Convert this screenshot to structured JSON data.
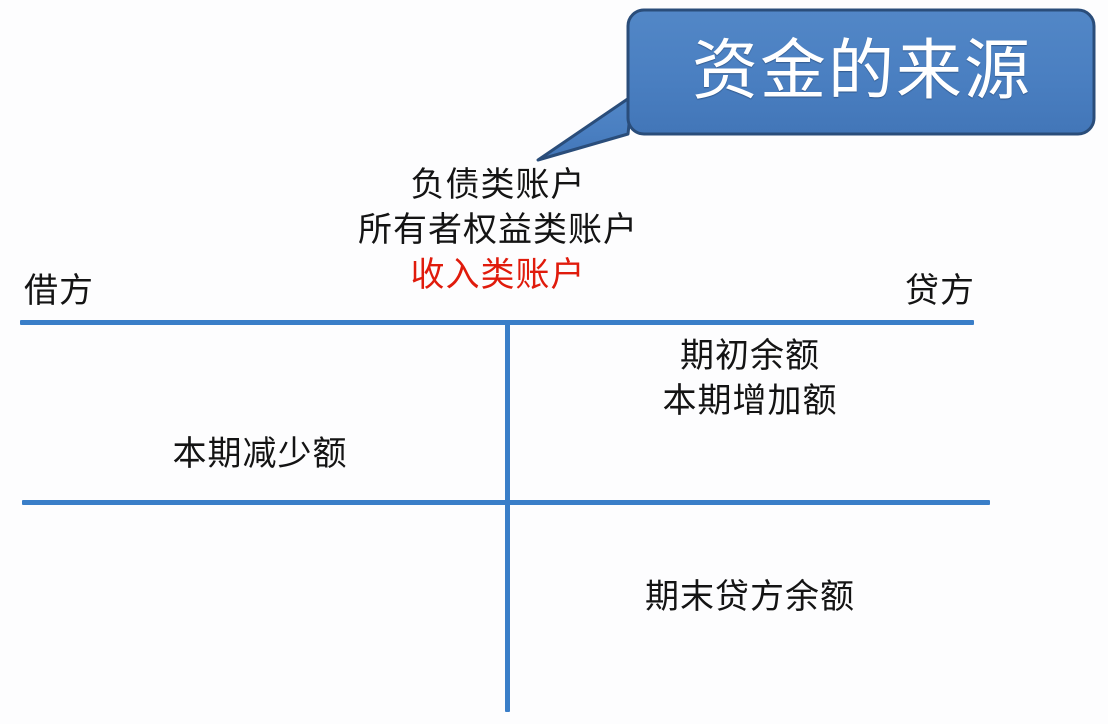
{
  "callout": {
    "text": "资金的来源",
    "fill_color": "#4a7fc1",
    "border_color": "#2a4d7a",
    "text_color": "#ffffff"
  },
  "heading": {
    "lines": [
      {
        "text": "负债类账户",
        "color": "#141414"
      },
      {
        "text": "所有者权益类账户",
        "color": "#141414"
      },
      {
        "text": "收入类账户",
        "color": "#e01b0c"
      }
    ]
  },
  "account": {
    "debit_label": "借方",
    "credit_label": "贷方",
    "rule_color": "#3a7ec8",
    "credit_top": {
      "line1": "期初余额",
      "line2": "本期增加额"
    },
    "debit_mid": {
      "line1": "本期减少额"
    },
    "credit_bottom": {
      "line1": "期末贷方余额"
    }
  }
}
